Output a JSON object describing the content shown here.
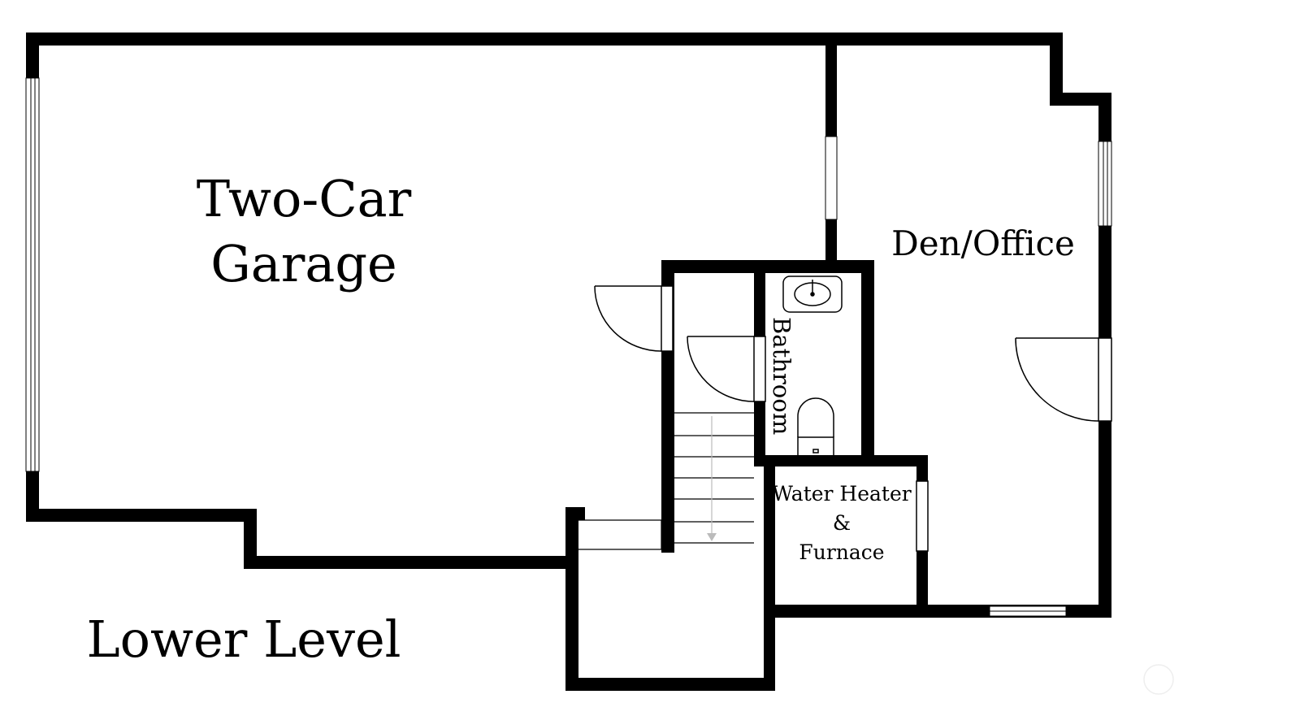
{
  "floor_plan": {
    "level_title": "Lower Level",
    "rooms": {
      "garage": {
        "line1": "Two-Car",
        "line2": "Garage"
      },
      "den": {
        "label": "Den/Office"
      },
      "bathroom": {
        "label": "Bathroom"
      },
      "utility": {
        "line1": "Water Heater",
        "line2": "&",
        "line3": "Furnace"
      }
    }
  },
  "colors": {
    "wall": "#000000",
    "background": "#ffffff",
    "fixture": "#000000",
    "stair_arrow": "#bbbbbb"
  }
}
